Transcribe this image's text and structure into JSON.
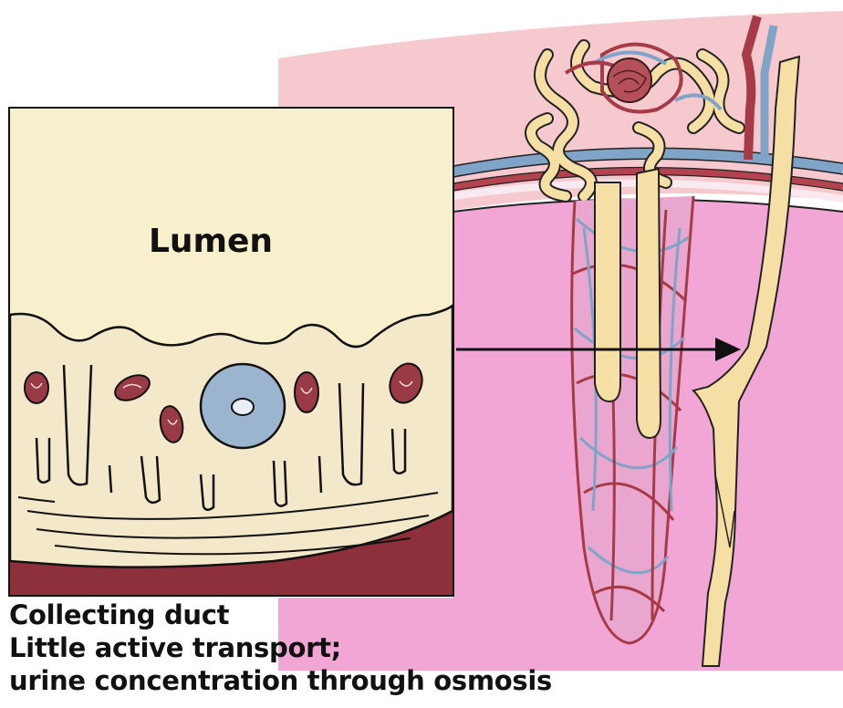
{
  "diagram": {
    "lumen_label": "Lumen",
    "caption": {
      "line1": "Collecting duct",
      "line2": "Little active transport;",
      "line3": "urine concentration through osmosis"
    }
  },
  "colors": {
    "page_bg": "#ffffff",
    "cortex_pink": "#f6c9cf",
    "medulla_magenta": "#f1a6d6",
    "lumen_cream": "#f8efcd",
    "cell_cream": "#f3e8c9",
    "tubule_tan": "#f5dfa4",
    "capillary_red": "#a73a47",
    "capillary_blue": "#7fa4c8",
    "nucleus_blue": "#9bb5cf",
    "mitochondria": "#9a3a44",
    "basal_maroon": "#8e2f3c",
    "outline": "#111111"
  }
}
